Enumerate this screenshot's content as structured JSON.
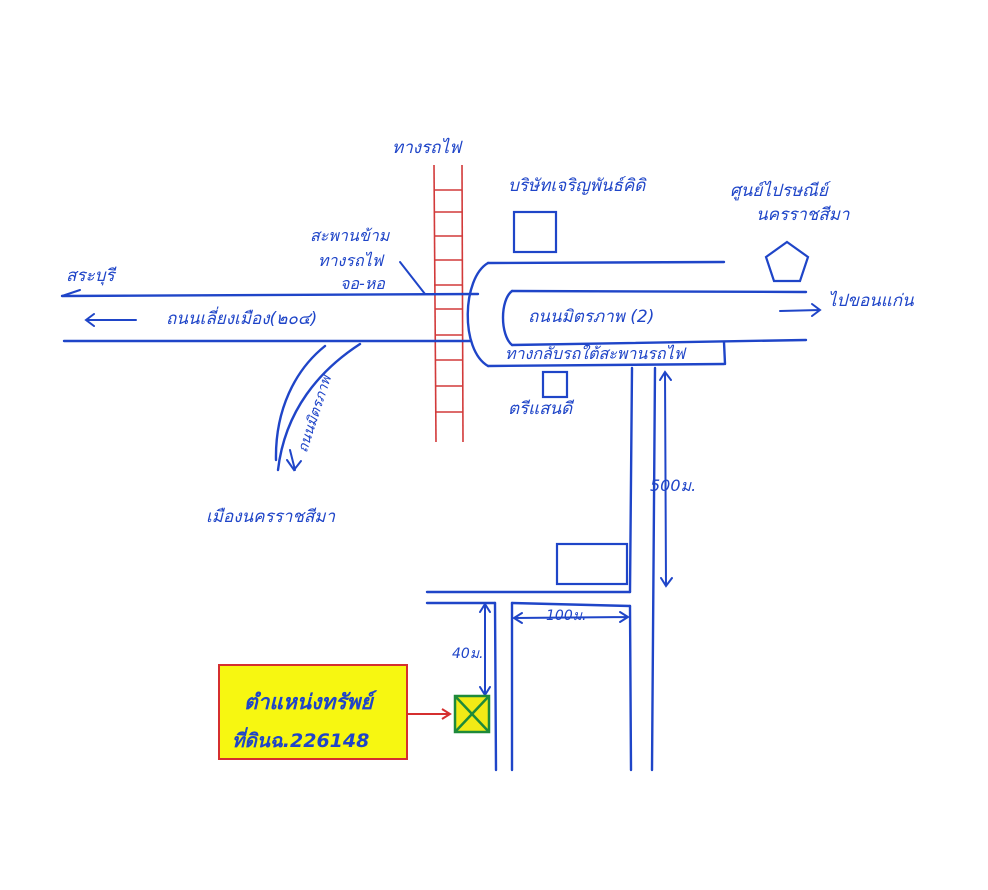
{
  "map": {
    "labels": {
      "railway": "ทางรถไฟ",
      "saraburi": "สระบุรี",
      "highway_304": "ถนนเลี่ยงเมือง(๒๐๔)",
      "bridge_1": "สะพานข้าม",
      "bridge_2": "ทางรถไฟ",
      "bridge_3": "จอ-หอ",
      "company": "บริษัทเจริญพันธ์คิดิ",
      "post_center_1": "ศูนย์ไปรษณีย์",
      "post_center_2": "นครราชสีมา",
      "mittraphap": "ถนนมิตรภาพ (2)",
      "khon_kaen": "ไปขอนแก่น",
      "under_bridge": "ทางกลับรถใต้สะพานรถไฟ",
      "sang_saen": "ตรีแสนดี",
      "mittraphap_side": "ถนนมิตรภาพ",
      "korat_city": "เมืองนครราชสีมา",
      "dist_500": "500ม.",
      "dist_100": "100ม.",
      "dist_40": "40ม."
    },
    "callout": {
      "line1": "ตำแหน่งทรัพย์",
      "line2": "ที่ดินฉ.226148"
    },
    "colors": {
      "road": "#1f45c8",
      "rail": "#d23a3a",
      "highlight": "#f7f711",
      "property_fill": "#f2ea16",
      "property_border": "#1e8a3a"
    }
  }
}
